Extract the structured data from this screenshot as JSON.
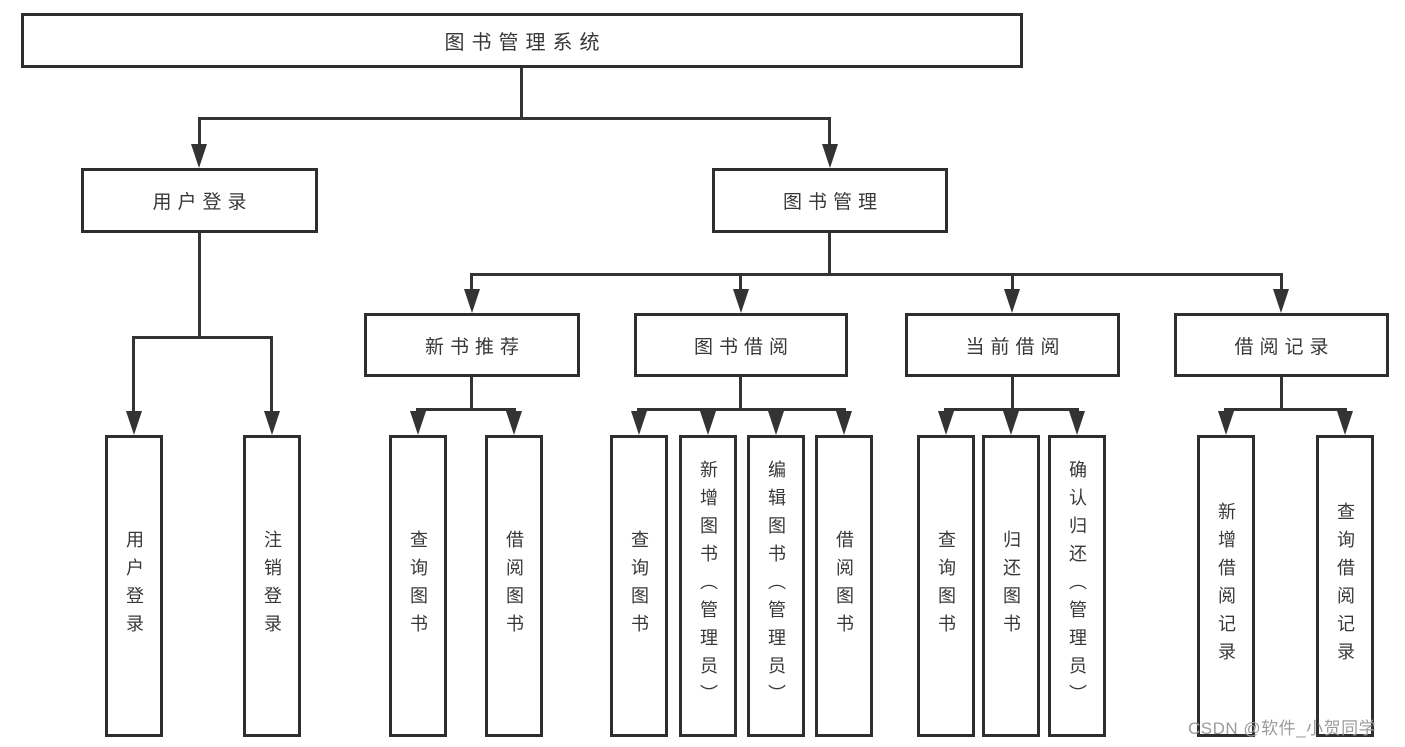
{
  "tree": {
    "label": "图书管理系统",
    "children": [
      {
        "label": "用户登录",
        "children": [
          {
            "label": "用户登录"
          },
          {
            "label": "注销登录"
          }
        ]
      },
      {
        "label": "图书管理",
        "children": [
          {
            "label": "新书推荐",
            "children": [
              {
                "label": "查询图书"
              },
              {
                "label": "借阅图书"
              }
            ]
          },
          {
            "label": "图书借阅",
            "children": [
              {
                "label": "查询图书"
              },
              {
                "label": "新增图书（管理员）"
              },
              {
                "label": "编辑图书（管理员）"
              },
              {
                "label": "借阅图书"
              }
            ]
          },
          {
            "label": "当前借阅",
            "children": [
              {
                "label": "查询图书"
              },
              {
                "label": "归还图书"
              },
              {
                "label": "确认归还（管理员）"
              }
            ]
          },
          {
            "label": "借阅记录",
            "children": [
              {
                "label": "新增借阅记录"
              },
              {
                "label": "查询借阅记录"
              }
            ]
          }
        ]
      }
    ]
  },
  "watermark": {
    "text": "CSDN @软件_小贺同学"
  },
  "colors": {
    "line": "#333333",
    "border": "#2e2e2e",
    "text": "#383838",
    "watermark": "#9c9c9c",
    "background": "#ffffff"
  }
}
